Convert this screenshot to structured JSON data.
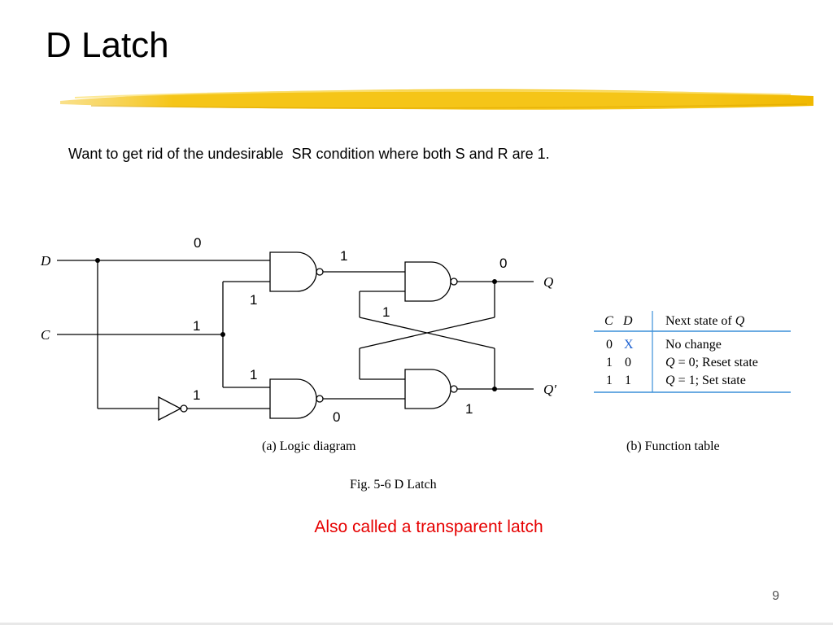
{
  "slide": {
    "title": "D Latch",
    "intro": "Want to get rid of the undesirable  SR condition where both S and R are 1.",
    "note": "Also called a transparent latch",
    "page_number": "9",
    "highlight_color": "#f5c518",
    "note_color": "#e60000"
  },
  "diagram": {
    "inputs": {
      "d": "D",
      "c": "C"
    },
    "outputs": {
      "q": "Q",
      "q_bar": "Q′"
    },
    "logic_values": {
      "top_nand_in1": "0",
      "top_nand_in2": "1",
      "top_nand_out": "1",
      "bottom_nand_in1": "1",
      "bottom_nand_in2": "1",
      "bottom_nand_out": "0",
      "c_node": "1",
      "q_value": "0",
      "latch_top_in": "1",
      "q_bar_value": "1"
    },
    "caption_a": "(a) Logic diagram",
    "caption_b": "(b) Function table",
    "figure_caption": "Fig. 5-6  D Latch"
  },
  "function_table": {
    "headers": {
      "c": "C",
      "d": "D",
      "next": "Next state of",
      "next_q": "Q"
    },
    "rows": [
      {
        "c": "0",
        "d": "X",
        "eq_var": "",
        "desc": "No change"
      },
      {
        "c": "1",
        "d": "0",
        "eq_var": "Q",
        "desc": " = 0; Reset state"
      },
      {
        "c": "1",
        "d": "1",
        "eq_var": "Q",
        "desc": " = 1; Set state"
      }
    ],
    "x_color": "#1a5fd0",
    "rule_color": "#3a8fd9"
  }
}
